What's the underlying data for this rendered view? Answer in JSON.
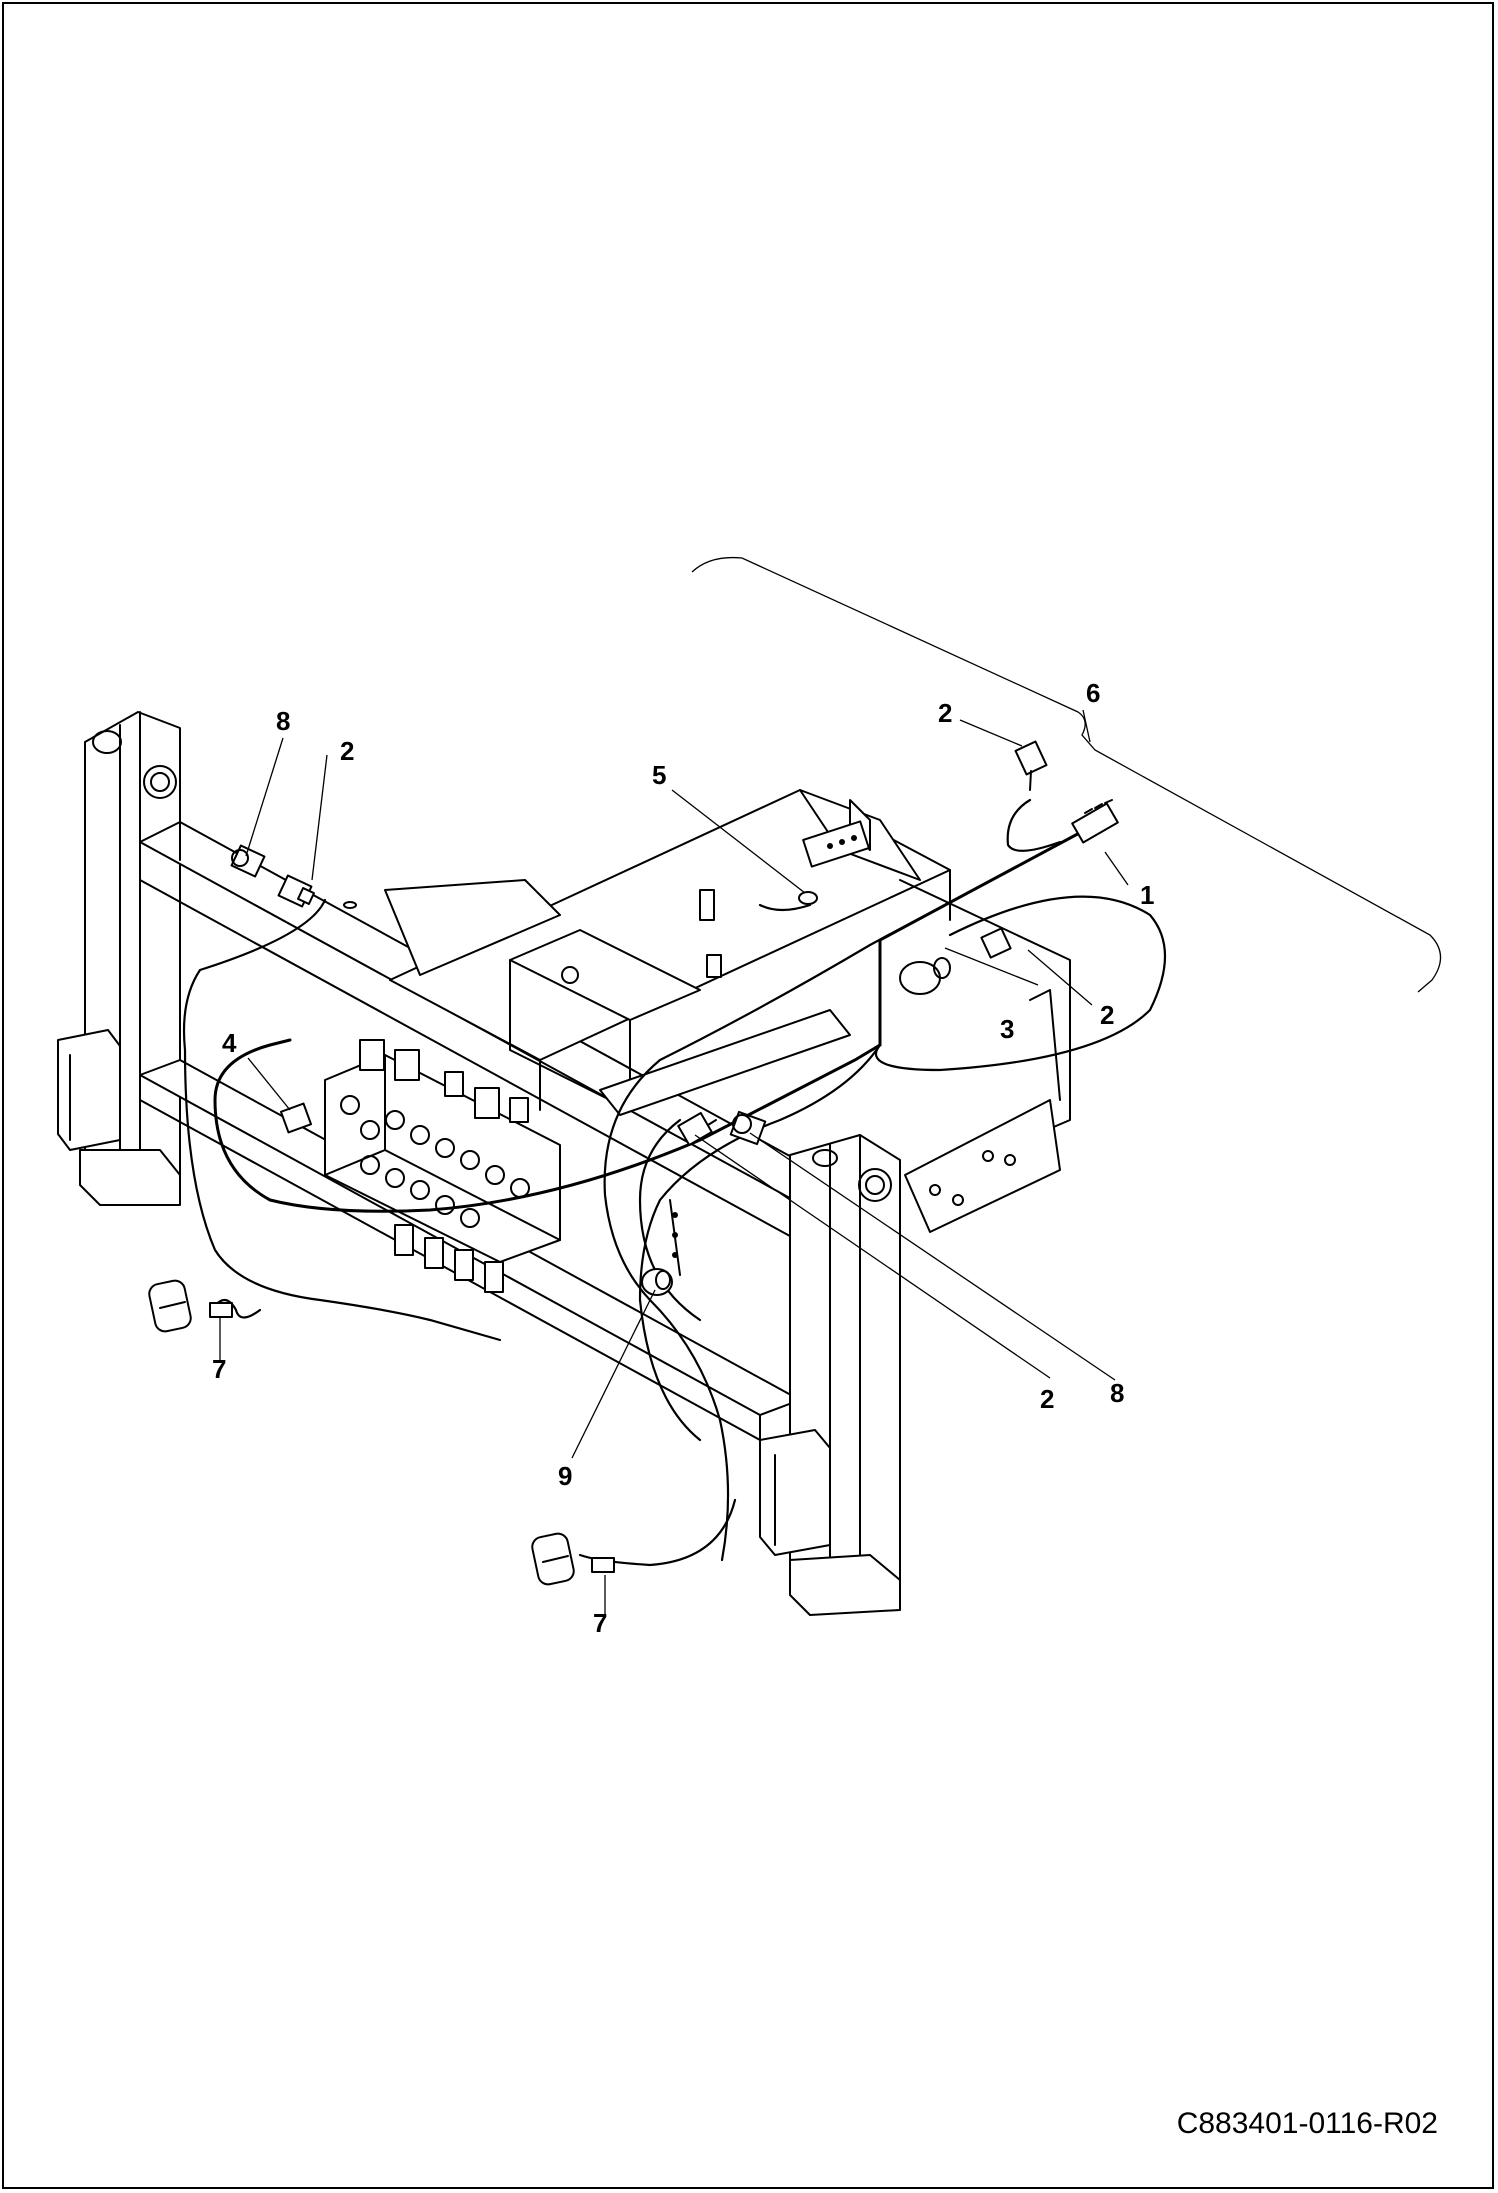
{
  "callouts": [
    {
      "id": "c1",
      "label": "1"
    },
    {
      "id": "c2a",
      "label": "2"
    },
    {
      "id": "c2b",
      "label": "2"
    },
    {
      "id": "c2c",
      "label": "2"
    },
    {
      "id": "c2d",
      "label": "2"
    },
    {
      "id": "c3",
      "label": "3"
    },
    {
      "id": "c4",
      "label": "4"
    },
    {
      "id": "c5",
      "label": "5"
    },
    {
      "id": "c6",
      "label": "6"
    },
    {
      "id": "c7a",
      "label": "7"
    },
    {
      "id": "c7b",
      "label": "7"
    },
    {
      "id": "c8a",
      "label": "8"
    },
    {
      "id": "c8b",
      "label": "8"
    },
    {
      "id": "c9",
      "label": "9"
    }
  ],
  "document_code": "C883401-0116-R02"
}
